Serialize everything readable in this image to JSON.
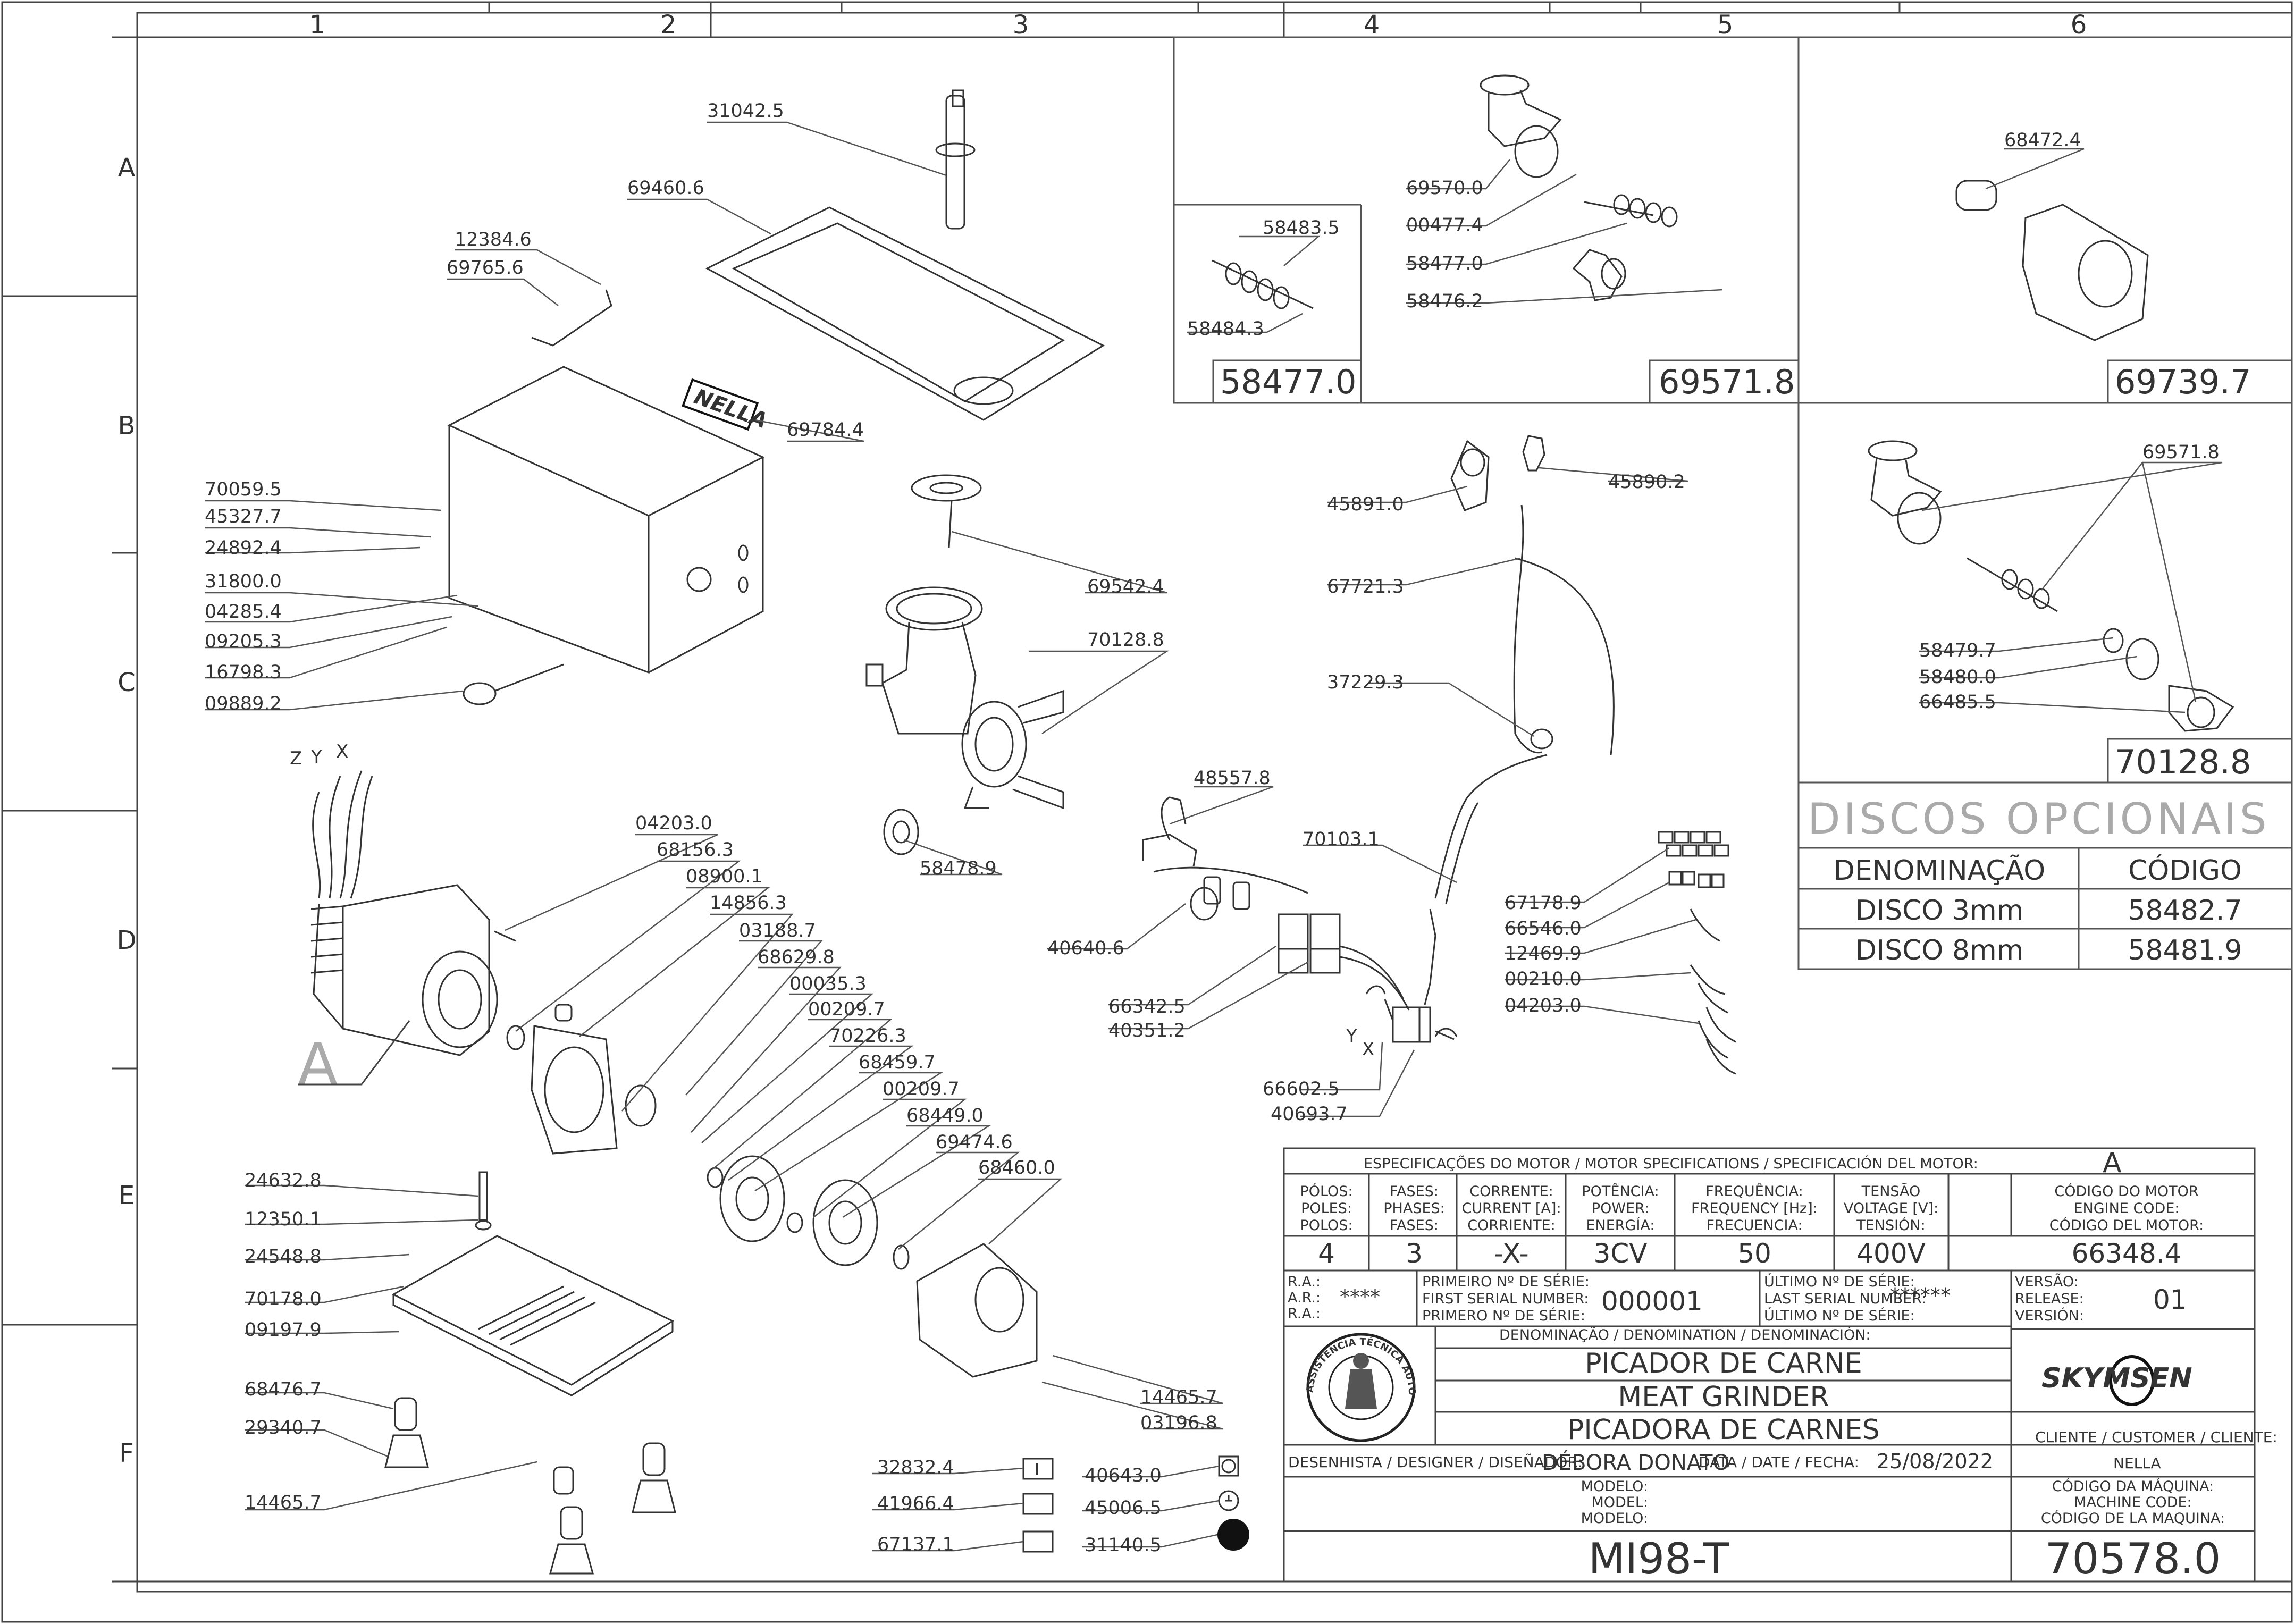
{
  "border": {
    "columns": [
      "1",
      "2",
      "3",
      "4",
      "5",
      "6"
    ],
    "rows": [
      "A",
      "B",
      "C",
      "D",
      "E",
      "F"
    ]
  },
  "part_numbers": {
    "p31042_5": "31042.5",
    "p69460_6": "69460.6",
    "p12384_6": "12384.6",
    "p69765_6": "69765.6",
    "p69784_4": "69784.4",
    "p70059_5": "70059.5",
    "p45327_7": "45327.7",
    "p24892_4": "24892.4",
    "p31800_0": "31800.0",
    "p04285_4": "04285.4",
    "p09205_3": "09205.3",
    "p16798_3": "16798.3",
    "p09889_2": "09889.2",
    "p69542_4": "69542.4",
    "p70128_8": "70128.8",
    "p58478_9": "58478.9",
    "p04203_0a": "04203.0",
    "p68156_3": "68156.3",
    "p08900_1": "08900.1",
    "p14856_3": "14856.3",
    "p03188_7": "03188.7",
    "p68629_8": "68629.8",
    "p00035_3": "00035.3",
    "p00209_7a": "00209.7",
    "p70226_3": "70226.3",
    "p68459_7": "68459.7",
    "p00209_7b": "00209.7",
    "p68449_0": "68449.0",
    "p69474_6": "69474.6",
    "p68460_0": "68460.0",
    "p24632_8": "24632.8",
    "p12350_1": "12350.1",
    "p24548_8": "24548.8",
    "p70178_0": "70178.0",
    "p09197_9": "09197.9",
    "p68476_7": "68476.7",
    "p29340_7": "29340.7",
    "p14465_7a": "14465.7",
    "p14465_7b": "14465.7",
    "p03196_8": "03196.8",
    "p32832_4": "32832.4",
    "p41966_4": "41966.4",
    "p67137_1": "67137.1",
    "p40643_0": "40643.0",
    "p45006_5": "45006.5",
    "p31140_5": "31140.5",
    "p58483_5": "58483.5",
    "p58484_3": "58484.3",
    "p69570_0": "69570.0",
    "p00477_4": "00477.4",
    "p58477_0": "58477.0",
    "p58476_2": "58476.2",
    "p68472_4": "68472.4",
    "p45891_0": "45891.0",
    "p45890_2": "45890.2",
    "p67721_3": "67721.3",
    "p37229_3": "37229.3",
    "p48557_8": "48557.8",
    "p70103_1": "70103.1",
    "p40640_6": "40640.6",
    "p66342_5": "66342.5",
    "p40351_2": "40351.2",
    "p66602_5": "66602.5",
    "p40693_7": "40693.7",
    "p67178_9": "67178.9",
    "p66546_0": "66546.0",
    "p12469_9": "12469.9",
    "p00210_0": "00210.0",
    "p04203_0b": "04203.0",
    "p69571_8": "69571.8",
    "p58479_7": "58479.7",
    "p58480_0": "58480.0",
    "p66485_5": "66485.5"
  },
  "axis_letters": {
    "z": "Z",
    "y": "Y",
    "x": "X",
    "y2": "Y",
    "x2": "X"
  },
  "detail_labels": {
    "big_a": "A",
    "box_58477": "58477.0",
    "box_69571": "69571.8",
    "box_69739": "69739.7",
    "box_70128": "70128.8"
  },
  "brand_logo": "NELLA",
  "discs_table": {
    "title": "DISCOS OPCIONAIS",
    "header_name": "DENOMINAÇÃO",
    "header_code": "CÓDIGO",
    "rows": [
      {
        "name": "DISCO 3mm",
        "code": "58482.7"
      },
      {
        "name": "DISCO 8mm",
        "code": "58481.9"
      }
    ]
  },
  "title_block": {
    "motor_spec_header": "ESPECIFICAÇÕES DO MOTOR / MOTOR SPECIFICATIONS / SPECIFICACIÓN DEL MOTOR:",
    "motor_id": "A",
    "hdr_poles": [
      "PÓLOS:",
      "POLES:",
      "POLOS:"
    ],
    "hdr_phases": [
      "FASES:",
      "PHASES:",
      "FASES:"
    ],
    "hdr_current": [
      "CORRENTE:",
      "CURRENT [A]:",
      "CORRIENTE:"
    ],
    "hdr_power": [
      "POTÊNCIA:",
      "POWER:",
      "ENERGÍA:"
    ],
    "hdr_freq": [
      "FREQUÊNCIA:",
      "FREQUENCY [Hz]:",
      "FRECUENCIA:"
    ],
    "hdr_volt": [
      "TENSÃO",
      "VOLTAGE [V]:",
      "TENSIÓN:"
    ],
    "hdr_engine": [
      "CÓDIGO DO MOTOR",
      "ENGINE CODE:",
      "CÓDIGO DEL MOTOR:"
    ],
    "val_poles": "4",
    "val_phases": "3",
    "val_current": "-X-",
    "val_power": "3CV",
    "val_freq": "50",
    "val_volt": "400V",
    "val_engine": "66348.4",
    "ra_labels": [
      "R.A.:",
      "A.R.:",
      "R.A.:"
    ],
    "ra_value": "****",
    "first_serial_labels": [
      "PRIMEIRO Nº DE SÉRIE:",
      "FIRST SERIAL NUMBER:",
      "PRIMERO Nº DE SÉRIE:"
    ],
    "first_serial": "000001",
    "last_serial_labels": [
      "ÚLTIMO Nº DE SÉRIE:",
      "LAST SERIAL NUMBER:",
      "ÚLTIMO Nº DE SÉRIE:"
    ],
    "last_serial": "******",
    "version_labels": [
      "VERSÃO:",
      "RELEASE:",
      "VERSIÓN:"
    ],
    "version": "01",
    "denomination_header": "DENOMINAÇÃO / DENOMINATION / DENOMINACIÓN:",
    "names": [
      "PICADOR DE CARNE",
      "MEAT GRINDER",
      "PICADORA DE CARNES"
    ],
    "seal_text": "ASSISTÊNCIA TÉCNICA AUTORIZADA",
    "maker_logo": "SKYMSEN",
    "customer_label": "CLIENTE / CUSTOMER / CLIENTE:",
    "customer": "NELLA",
    "designer_label": "DESENHISTA / DESIGNER / DISEÑADOR:",
    "designer": "DÉBORA DONATO",
    "date_label": "DATA / DATE / FECHA:",
    "date": "25/08/2022",
    "model_labels": [
      "MODELO:",
      "MODEL:",
      "MODELO:"
    ],
    "model": "MI98-T",
    "machine_code_labels": [
      "CÓDIGO DA MÁQUINA:",
      "MACHINE CODE:",
      "CÓDIGO DE LA MAQUINA:"
    ],
    "machine_code": "70578.0"
  }
}
